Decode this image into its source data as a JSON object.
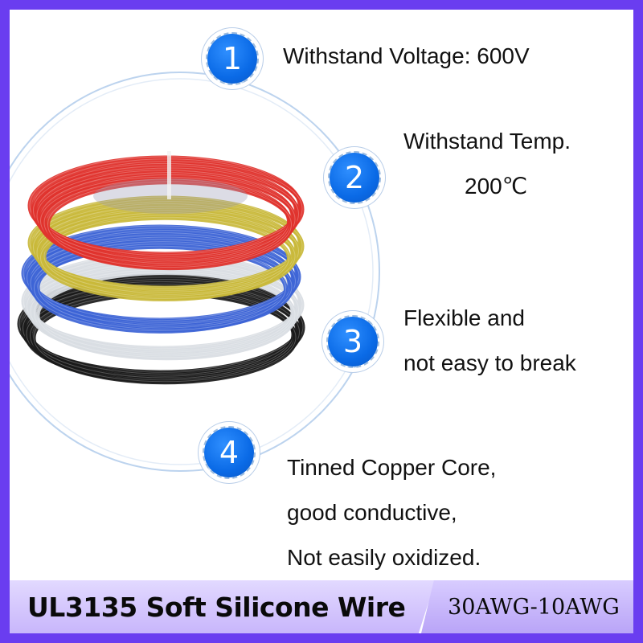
{
  "features": [
    {
      "number": "1",
      "lines": [
        "Withstand Voltage: 600V"
      ]
    },
    {
      "number": "2",
      "lines": [
        "Withstand Temp.",
        "200℃"
      ]
    },
    {
      "number": "3",
      "lines": [
        "Flexible and",
        "not easy to break"
      ]
    },
    {
      "number": "4",
      "lines": [
        "Tinned Copper Core,",
        "good conductive,",
        "Not easily oxidized."
      ]
    }
  ],
  "banner": {
    "title": "UL3135 Soft Silicone Wire",
    "range": "30AWG-10AWG"
  },
  "colors": {
    "frame": "#6a3df0",
    "badge": "#0a6ae6",
    "wire_red": "#e0322c",
    "wire_yellow": "#c9b83a",
    "wire_blue": "#3d64d6",
    "wire_clear": "#d9dde3",
    "wire_black": "#1a1a1a"
  }
}
